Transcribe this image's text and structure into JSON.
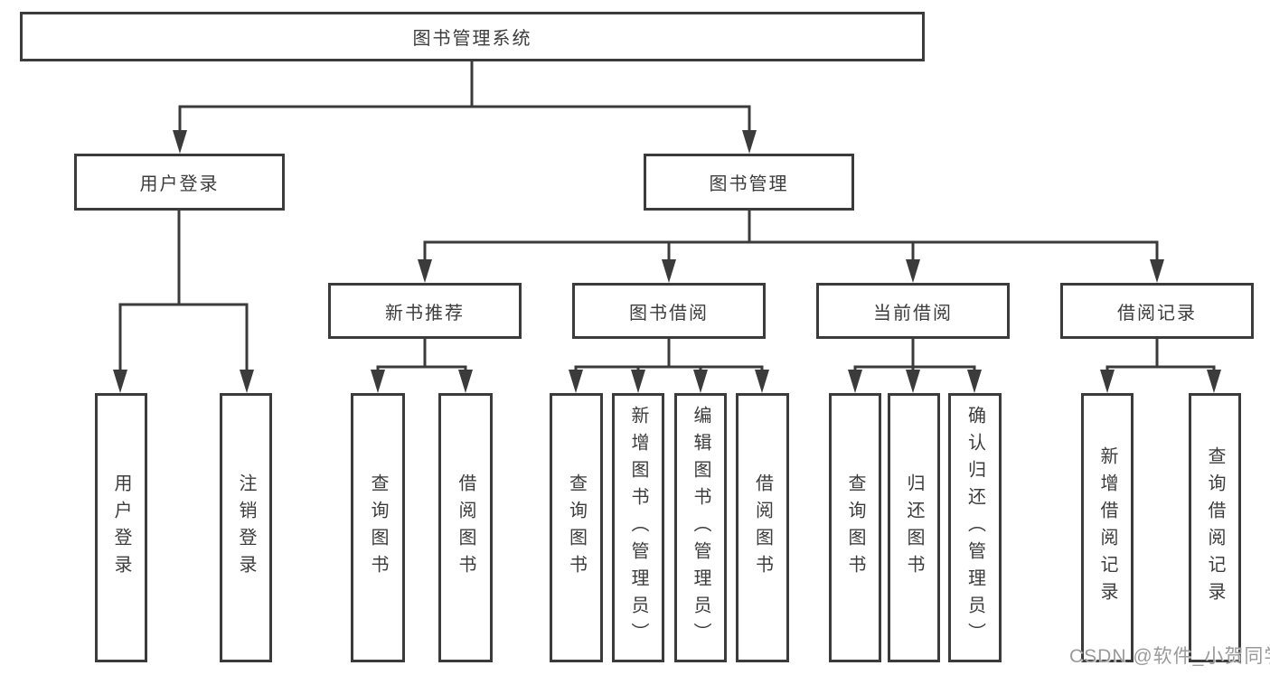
{
  "nodes": {
    "root": "图书管理系统",
    "user_login": "用户登录",
    "book_mgmt": "图书管理",
    "leaf_user_login": "用户登录",
    "leaf_logout": "注销登录",
    "new_book_rec": "新书推荐",
    "book_borrow": "图书借阅",
    "current_borrow": "当前借阅",
    "borrow_records": "借阅记录",
    "rec_query_book": "查询图书",
    "rec_borrow_book": "借阅图书",
    "bor_query_book": "查询图书",
    "bor_add_book": "新增图书（管理员）",
    "bor_edit_book": "编辑图书（管理员）",
    "bor_borrow_book": "借阅图书",
    "cur_query_book": "查询图书",
    "cur_return_book": "归还图书",
    "cur_confirm_return": "确认归还（管理员）",
    "records_add": "新增借阅记录",
    "records_query": "查询借阅记录"
  },
  "watermark": "CSDN @软件_小贺同学",
  "colors": {
    "line": "#3b3b3b",
    "text": "#3c3c3c",
    "watermark": "#9a9a9a",
    "background": "#ffffff"
  }
}
